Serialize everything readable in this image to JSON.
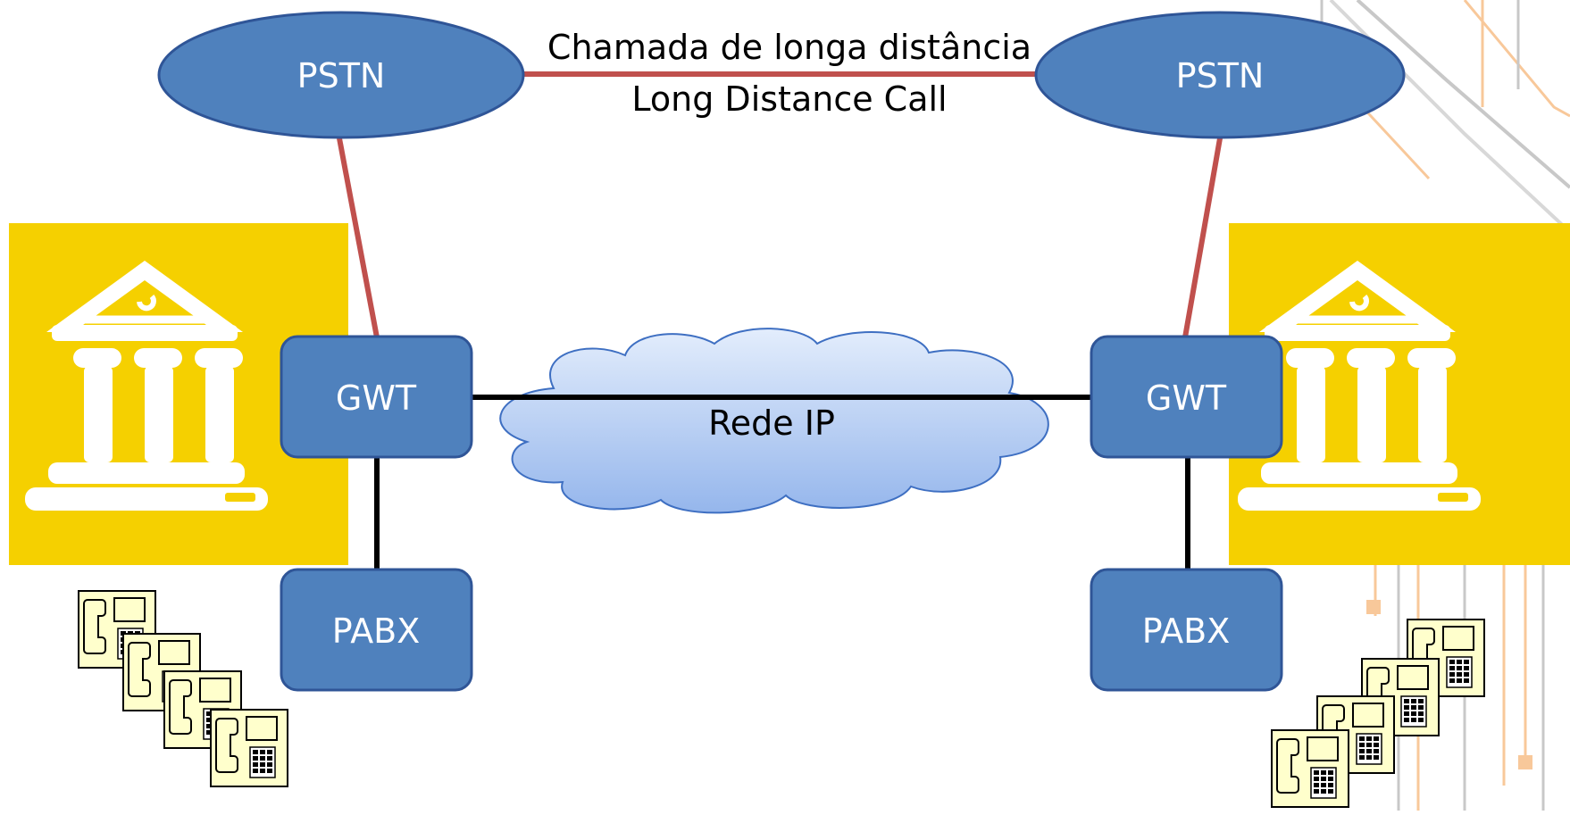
{
  "diagram": {
    "pstn_left": {
      "label": "PSTN"
    },
    "pstn_right": {
      "label": "PSTN"
    },
    "long_distance_link": {
      "label_pt": "Chamada de longa distância",
      "label_en": "Long Distance Call"
    },
    "gwt_left": {
      "label": "GWT"
    },
    "gwt_right": {
      "label": "GWT"
    },
    "pabx_left": {
      "label": "PABX"
    },
    "pabx_right": {
      "label": "PABX"
    },
    "ip_network": {
      "label": "Rede IP"
    },
    "building_left": {
      "icon": "bank-building-icon"
    },
    "building_right": {
      "icon": "bank-building-icon"
    },
    "phones_left": {
      "icon": "desk-phone-icon",
      "count": 4
    },
    "phones_right": {
      "icon": "desk-phone-icon",
      "count": 4
    }
  },
  "colors": {
    "node_fill": "#4f81bd",
    "node_stroke": "#2f5597",
    "building_bg": "#f5d000",
    "pstn_link": "#c0504d",
    "ip_link": "#000000",
    "cloud_top": "#dce8fb",
    "cloud_bottom": "#98b8ec",
    "phone_fill": "#ffffcc",
    "decor_orange": "#f8c89a",
    "decor_gray": "#c8c8c8"
  }
}
